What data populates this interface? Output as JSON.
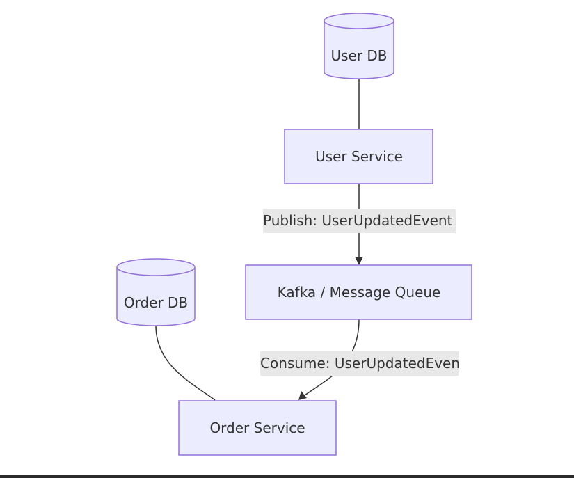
{
  "diagram": {
    "colors": {
      "node_fill": "#ECECFF",
      "node_stroke": "#9370DB",
      "edge": "#333333",
      "label_bg": "#E8E8E8",
      "text": "#333333"
    },
    "nodes": {
      "user_db": {
        "label": "User DB",
        "shape": "cylinder"
      },
      "user_service": {
        "label": "User Service",
        "shape": "rect"
      },
      "kafka": {
        "label": "Kafka / Message Queue",
        "shape": "rect"
      },
      "order_db": {
        "label": "Order DB",
        "shape": "cylinder"
      },
      "order_service": {
        "label": "Order Service",
        "shape": "rect"
      }
    },
    "edges": {
      "user_service_to_user_db": {
        "label": "",
        "arrow": false
      },
      "user_service_to_kafka": {
        "label": "Publish: UserUpdatedEvent",
        "arrow": true
      },
      "kafka_to_order_service": {
        "label": "Consume: UserUpdatedEvent",
        "arrow": true
      },
      "order_service_to_order_db": {
        "label": "",
        "arrow": false
      }
    }
  }
}
